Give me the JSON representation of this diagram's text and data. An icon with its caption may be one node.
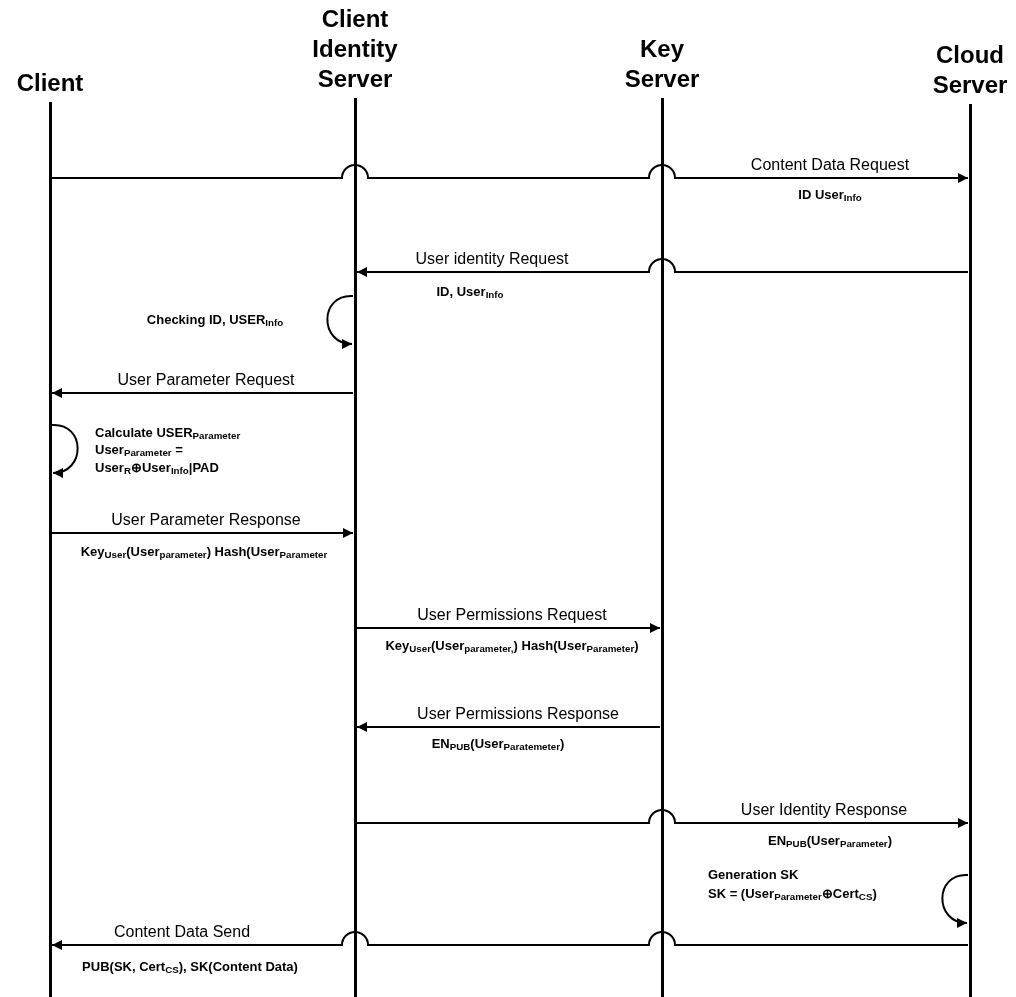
{
  "diagram": {
    "nodes": [
      {
        "text": [
          "Client"
        ]
      },
      {
        "text": [
          "Client Identity Server"
        ]
      },
      {
        "text": [
          "Key Server"
        ]
      },
      {
        "text": [
          "Cloud Server"
        ]
      }
    ],
    "edges": [
      {
        "from": 0,
        "to": 3,
        "arrow": "to",
        "label": "Content Data Request"
      },
      {
        "from": 3,
        "to": 1,
        "arrow": "to",
        "label": "User identity Request"
      },
      {
        "from": 1,
        "to": 1,
        "arrow": "to"
      },
      {
        "from": 1,
        "to": 0,
        "arrow": "to",
        "label": "User Parameter Request"
      },
      {
        "from": 0,
        "to": 0,
        "arrow": "to"
      },
      {
        "from": 0,
        "to": 1,
        "arrow": "to",
        "label": "User Parameter Response"
      },
      {
        "from": 1,
        "to": 2,
        "arrow": "to",
        "label": "User Permissions Request"
      },
      {
        "from": 2,
        "to": 1,
        "arrow": "to",
        "label": "User Permissions Response"
      },
      {
        "from": 1,
        "to": 3,
        "arrow": "to",
        "label": "User Identity Response"
      },
      {
        "from": 3,
        "to": 3,
        "arrow": "to"
      },
      {
        "from": 3,
        "to": 0,
        "arrow": "to",
        "label": "Content Data Send"
      }
    ],
    "labels": [
      "ID User$_{Info}$",
      "ID, User$_{Info}$",
      "Checking ID, USER$_{Info}$",
      "Calculate USER$_{Parameter}$",
      "User$_{Parameter}$ = User$_{R}$⊕User$_{Info}$|PAD",
      "Key$_{User}$(User$_{parameter}$) Hash(User$_{Parameter}$",
      "Key$_{User}$(User$_{parameter,}$) Hash(User$_{Parameter}$)",
      "EN$_{PUB}$(User$_{Paratemeter}$)",
      "EN$_{PUB}$(User$_{Parameter}$)",
      "Generation SK",
      "SK = (User$_{Parameter}$⊕Cert$_{CS}$)",
      "PUB(SK,  Cert$_{CS}$), SK(Content Data)"
    ]
  }
}
